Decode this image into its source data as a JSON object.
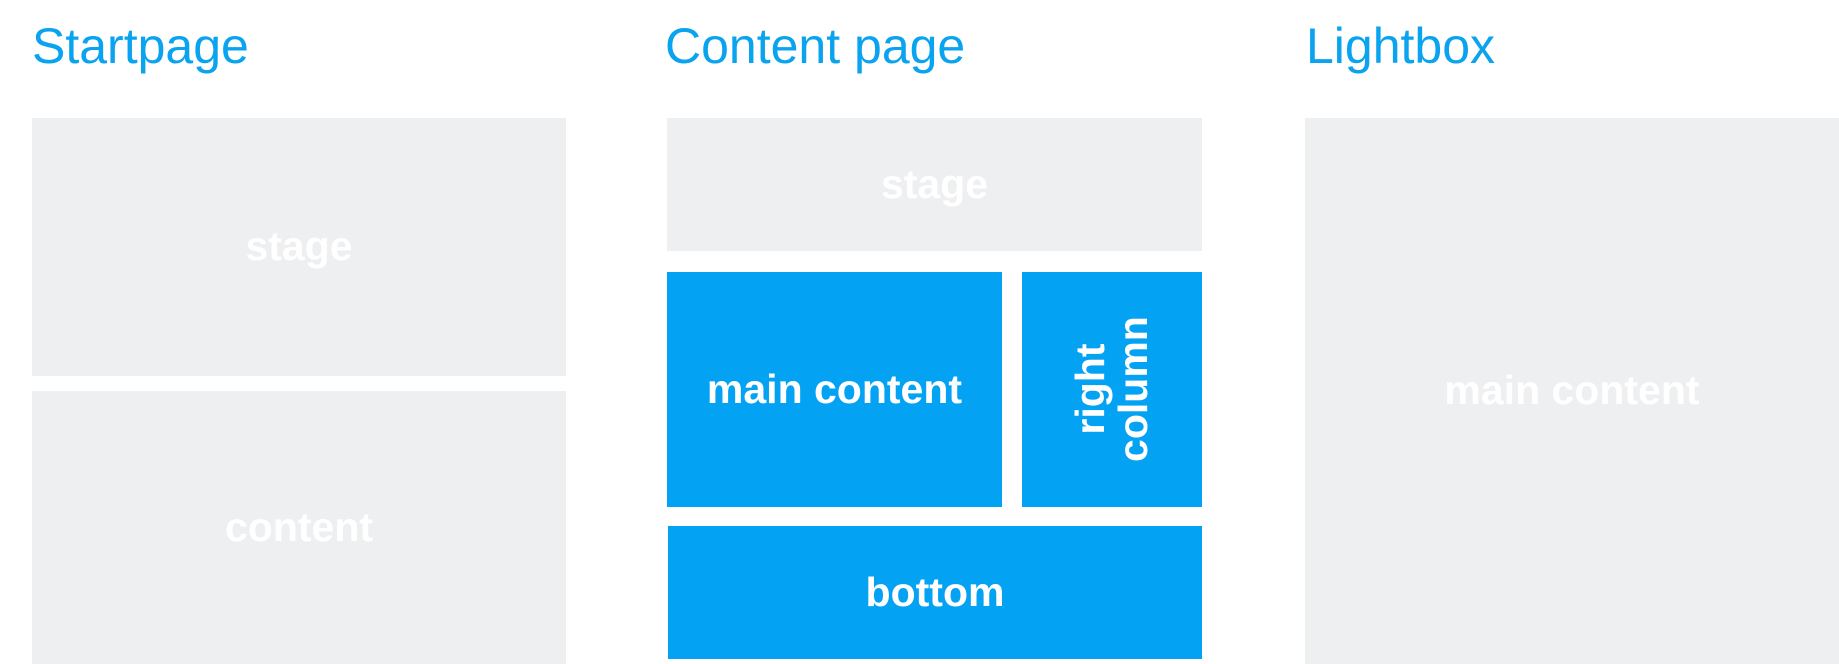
{
  "layouts": [
    {
      "title": "Startpage",
      "regions": [
        "stage",
        "content"
      ]
    },
    {
      "title": "Content page",
      "regions": [
        "stage",
        "main content",
        "right",
        "column",
        "bottom"
      ]
    },
    {
      "title": "Lightbox",
      "regions": [
        "main content"
      ]
    }
  ],
  "colors": {
    "accent": "#04a2f3",
    "heading": "#0aa3ef",
    "placeholder": "#eeeff1",
    "label": "#ffffff"
  }
}
